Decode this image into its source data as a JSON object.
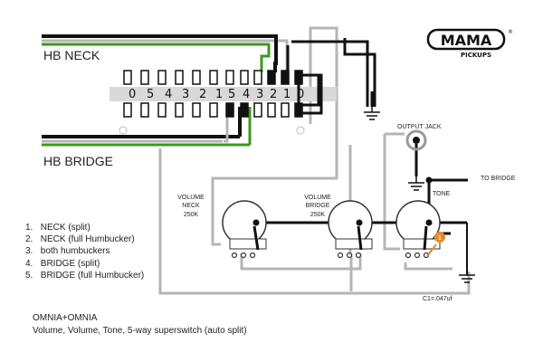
{
  "logo": {
    "main": "MAMA",
    "sub": "PICKUPS",
    "mark": "®"
  },
  "pickups": {
    "neck": "HB NECK",
    "bridge": "HB BRIDGE"
  },
  "switch": {
    "left_numbers": [
      "0",
      "5",
      "4",
      "3",
      "2",
      "1"
    ],
    "right_numbers": [
      "5",
      "4",
      "3",
      "2",
      "1",
      "0"
    ]
  },
  "pots": {
    "volume_neck": {
      "line1": "VOLUME",
      "line2": "NECK",
      "value": "250K"
    },
    "volume_bridge": {
      "line1": "VOLUME",
      "line2": "BRIDGE",
      "value": "250K"
    },
    "tone": {
      "label": "TONE"
    }
  },
  "output_jack": "OUTPUT JACK",
  "to_bridge": "TO BRIDGE",
  "capacitor": "C1=.047uf",
  "positions": [
    {
      "n": "1.",
      "text": "NECK (split)"
    },
    {
      "n": "2.",
      "text": "NECK (full Humbucker)"
    },
    {
      "n": "3.",
      "text": "both humbuckers"
    },
    {
      "n": "4.",
      "text": "BRIDGE (split)"
    },
    {
      "n": "5.",
      "text": "BRIDGE (full Humbucker)"
    }
  ],
  "footer": {
    "line1": "OMNIA+OMNIA",
    "line2": "Volume, Volume, Tone, 5-way superswitch (auto split)"
  },
  "colors": {
    "hot": "#111111",
    "green": "#3a9a1a",
    "white": "#ffffff",
    "ground": "#b8b8b8",
    "capacitor": "#e8892a"
  }
}
